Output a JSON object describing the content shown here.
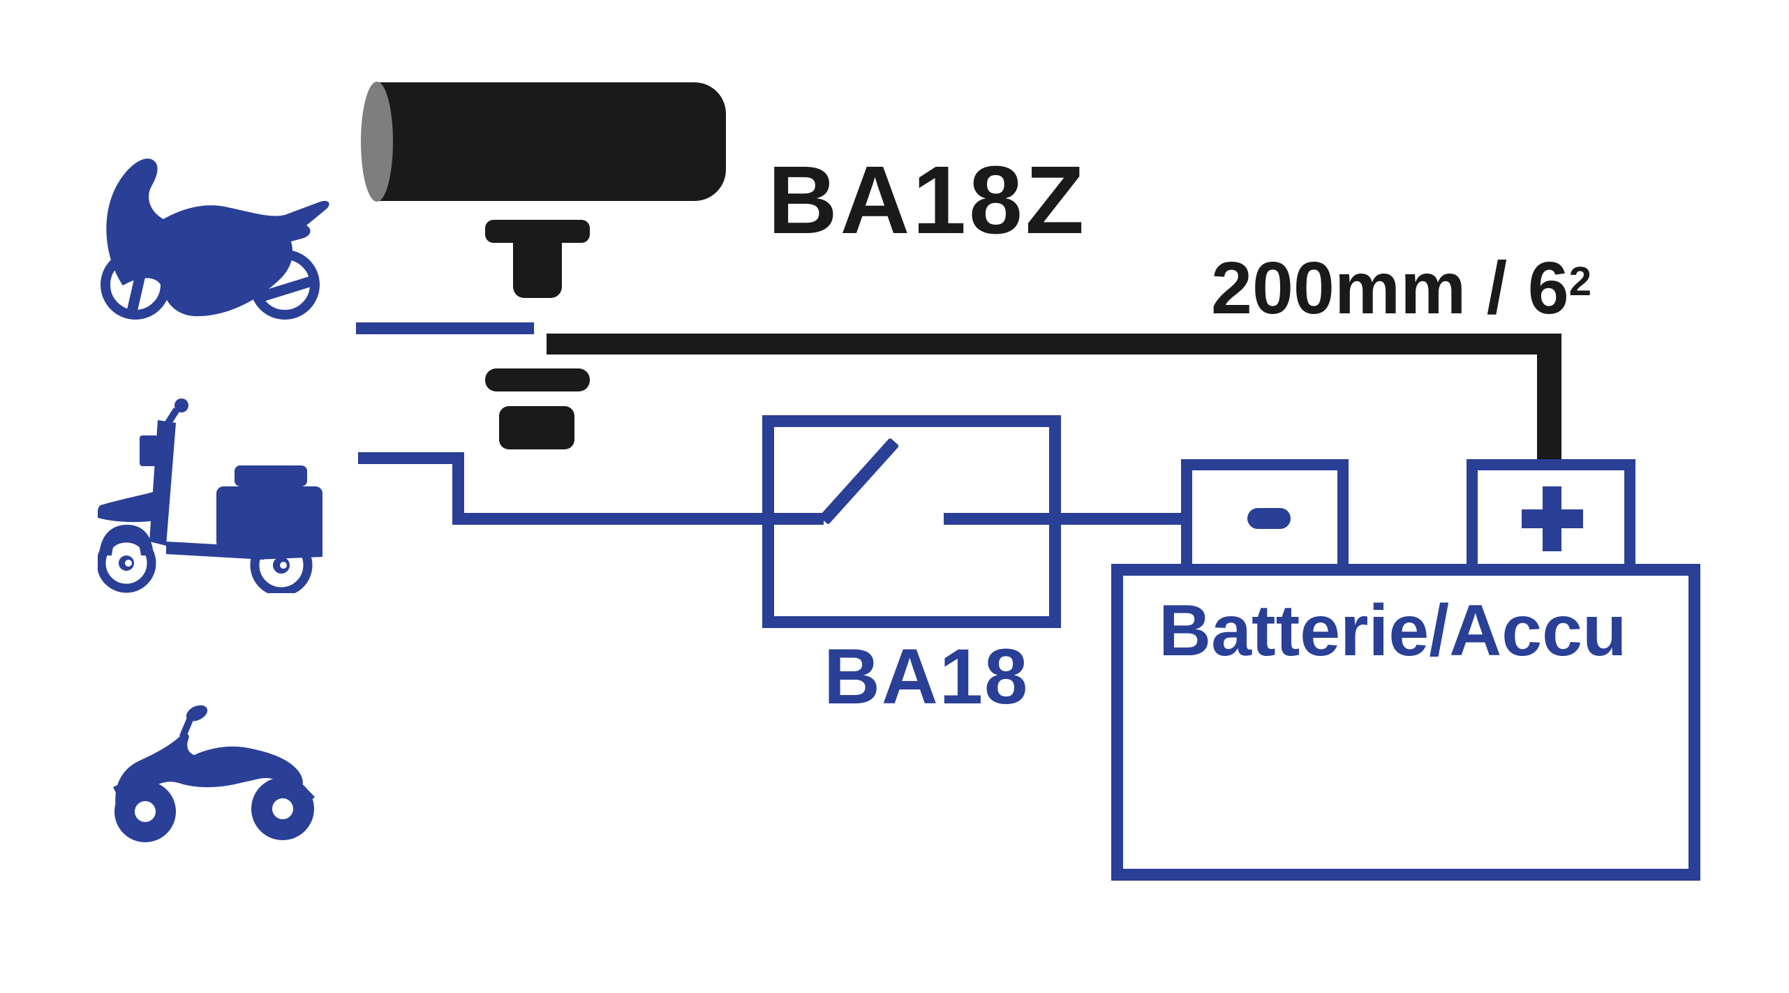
{
  "colors": {
    "blue": "#2a3f96",
    "black": "#1a1a1a",
    "gray": "#7e7e7e",
    "bg": "#ffffff"
  },
  "labels": {
    "device": "BA18Z",
    "cable_base": "200mm / 6",
    "cable_sup": "2",
    "switch": "BA18",
    "battery": "Batterie/Accu"
  },
  "symbols": {
    "minus": "-",
    "plus": "+"
  },
  "icons": [
    "motorcycle-icon",
    "scooter-icon",
    "atv-quad-icon",
    "minus-symbol",
    "plus-symbol"
  ],
  "components": {
    "terminal_bolt": "black battery terminal bolt assembly (cap, bolt, washer, nut)",
    "cable": "black battery cable 200mm / 6 sq-mm",
    "switch_unit": "BA18 battery disconnect switch",
    "battery_unit": "Batterie/Accu with minus and plus terminals"
  }
}
